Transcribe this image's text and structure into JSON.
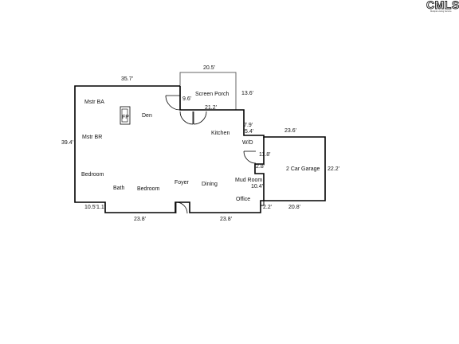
{
  "logo": {
    "text": "CMLS",
    "subtext": "Multiple Listing Service"
  },
  "colors": {
    "wall": "#000000",
    "porch_wall": "#555555",
    "text": "#111111",
    "background": "#ffffff"
  },
  "rooms": {
    "mstr_ba": "Mstr BA",
    "den": "Den",
    "fp": "FP",
    "mstr_br": "Mstr BR",
    "bedroom_left": "Bedroom",
    "bath": "Bath",
    "bedroom_center": "Bedroom",
    "foyer": "Foyer",
    "dining": "Dining",
    "kitchen": "Kitchen",
    "screen_porch": "Screen Porch",
    "wd": "W/D",
    "mud_room": "Mud Room",
    "office": "Office",
    "garage": "2 Car Garage"
  },
  "dimensions": {
    "top_main": "35.7'",
    "porch_top": "20.5'",
    "porch_right": "13.6'",
    "porch_left": "9.6'",
    "porch_bottom": "21.2'",
    "left_side": "39.4'",
    "kitchen_step": "7.9'",
    "kitchen_step2": "5.4'",
    "garage_top": "23.6'",
    "wd_right": "11.8'",
    "mud_step": "2.8'",
    "mud_room": "10.4'",
    "garage_right": "22.2'",
    "garage_bottom": "20.8'",
    "office_step": "2.2'",
    "bottom_left_a": "10.5'",
    "bottom_left_b": "1.1'",
    "bottom_middle": "23.8'",
    "bottom_right": "23.8'"
  }
}
